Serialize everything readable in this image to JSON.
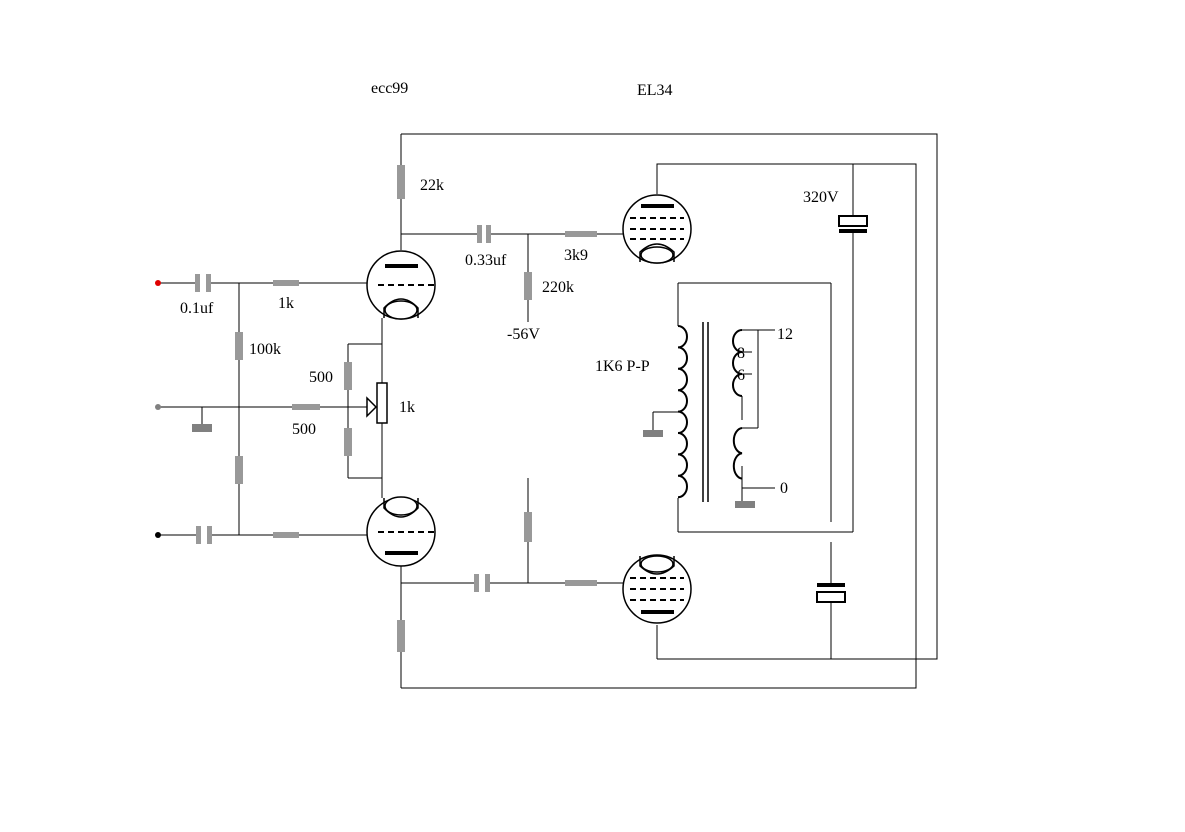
{
  "tubes": {
    "driver": "ecc99",
    "output": "EL34"
  },
  "labels": {
    "r_plate": "22k",
    "c_coupling": "0.33uf",
    "r_grid_stop_out": "3k9",
    "r_grid_leak": "220k",
    "bias_voltage": "-56V",
    "supply_voltage": "320V",
    "c_input": "0.1uf",
    "r_grid_stop_in": "1k",
    "r_input": "100k",
    "r_cathode_top": "500",
    "r_cathode_bottom": "500",
    "pot": "1k",
    "transformer": "1K6 P-P",
    "tap_12": "12",
    "tap_8": "8",
    "tap_6": "6",
    "tap_0": "0"
  },
  "colors": {
    "wire": "#000000",
    "component": "#999999",
    "input_plus": "#e00000",
    "input_mid": "#808080",
    "input_minus": "#000000"
  }
}
